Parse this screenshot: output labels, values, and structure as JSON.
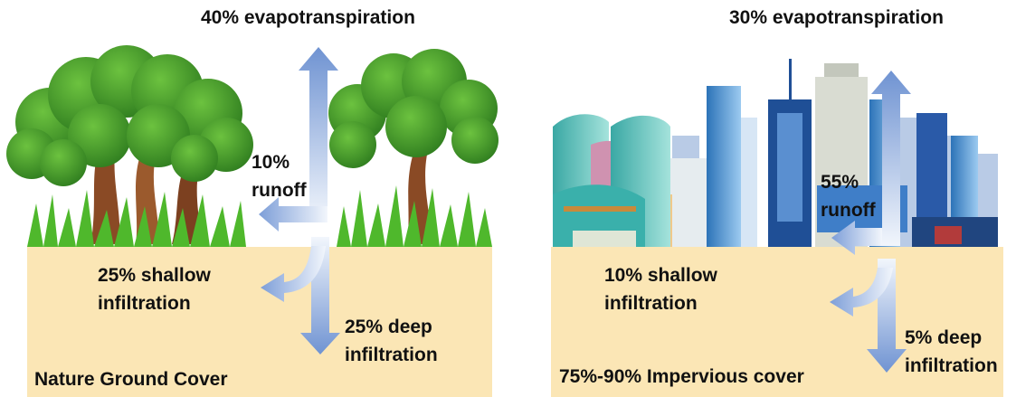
{
  "left_panel": {
    "title": "40% evapotranspiration",
    "runoff": "10%\nrunoff",
    "shallow": "25% shallow\ninfiltration",
    "deep": "25% deep\ninfiltration",
    "caption": "Nature Ground Cover"
  },
  "right_panel": {
    "title": "30% evapotranspiration",
    "runoff": "55%\nrunoff",
    "shallow": "10% shallow\ninfiltration",
    "deep": "5% deep\ninfiltration",
    "caption": "75%-90% Impervious cover"
  },
  "colors": {
    "ground": "#fbe6b5",
    "arrow_light": "#e9f1fb",
    "arrow_dark": "#6f93d2",
    "tree_green": "#3f9a2c",
    "trunk": "#8a4a25",
    "grass": "#4fb82c"
  }
}
